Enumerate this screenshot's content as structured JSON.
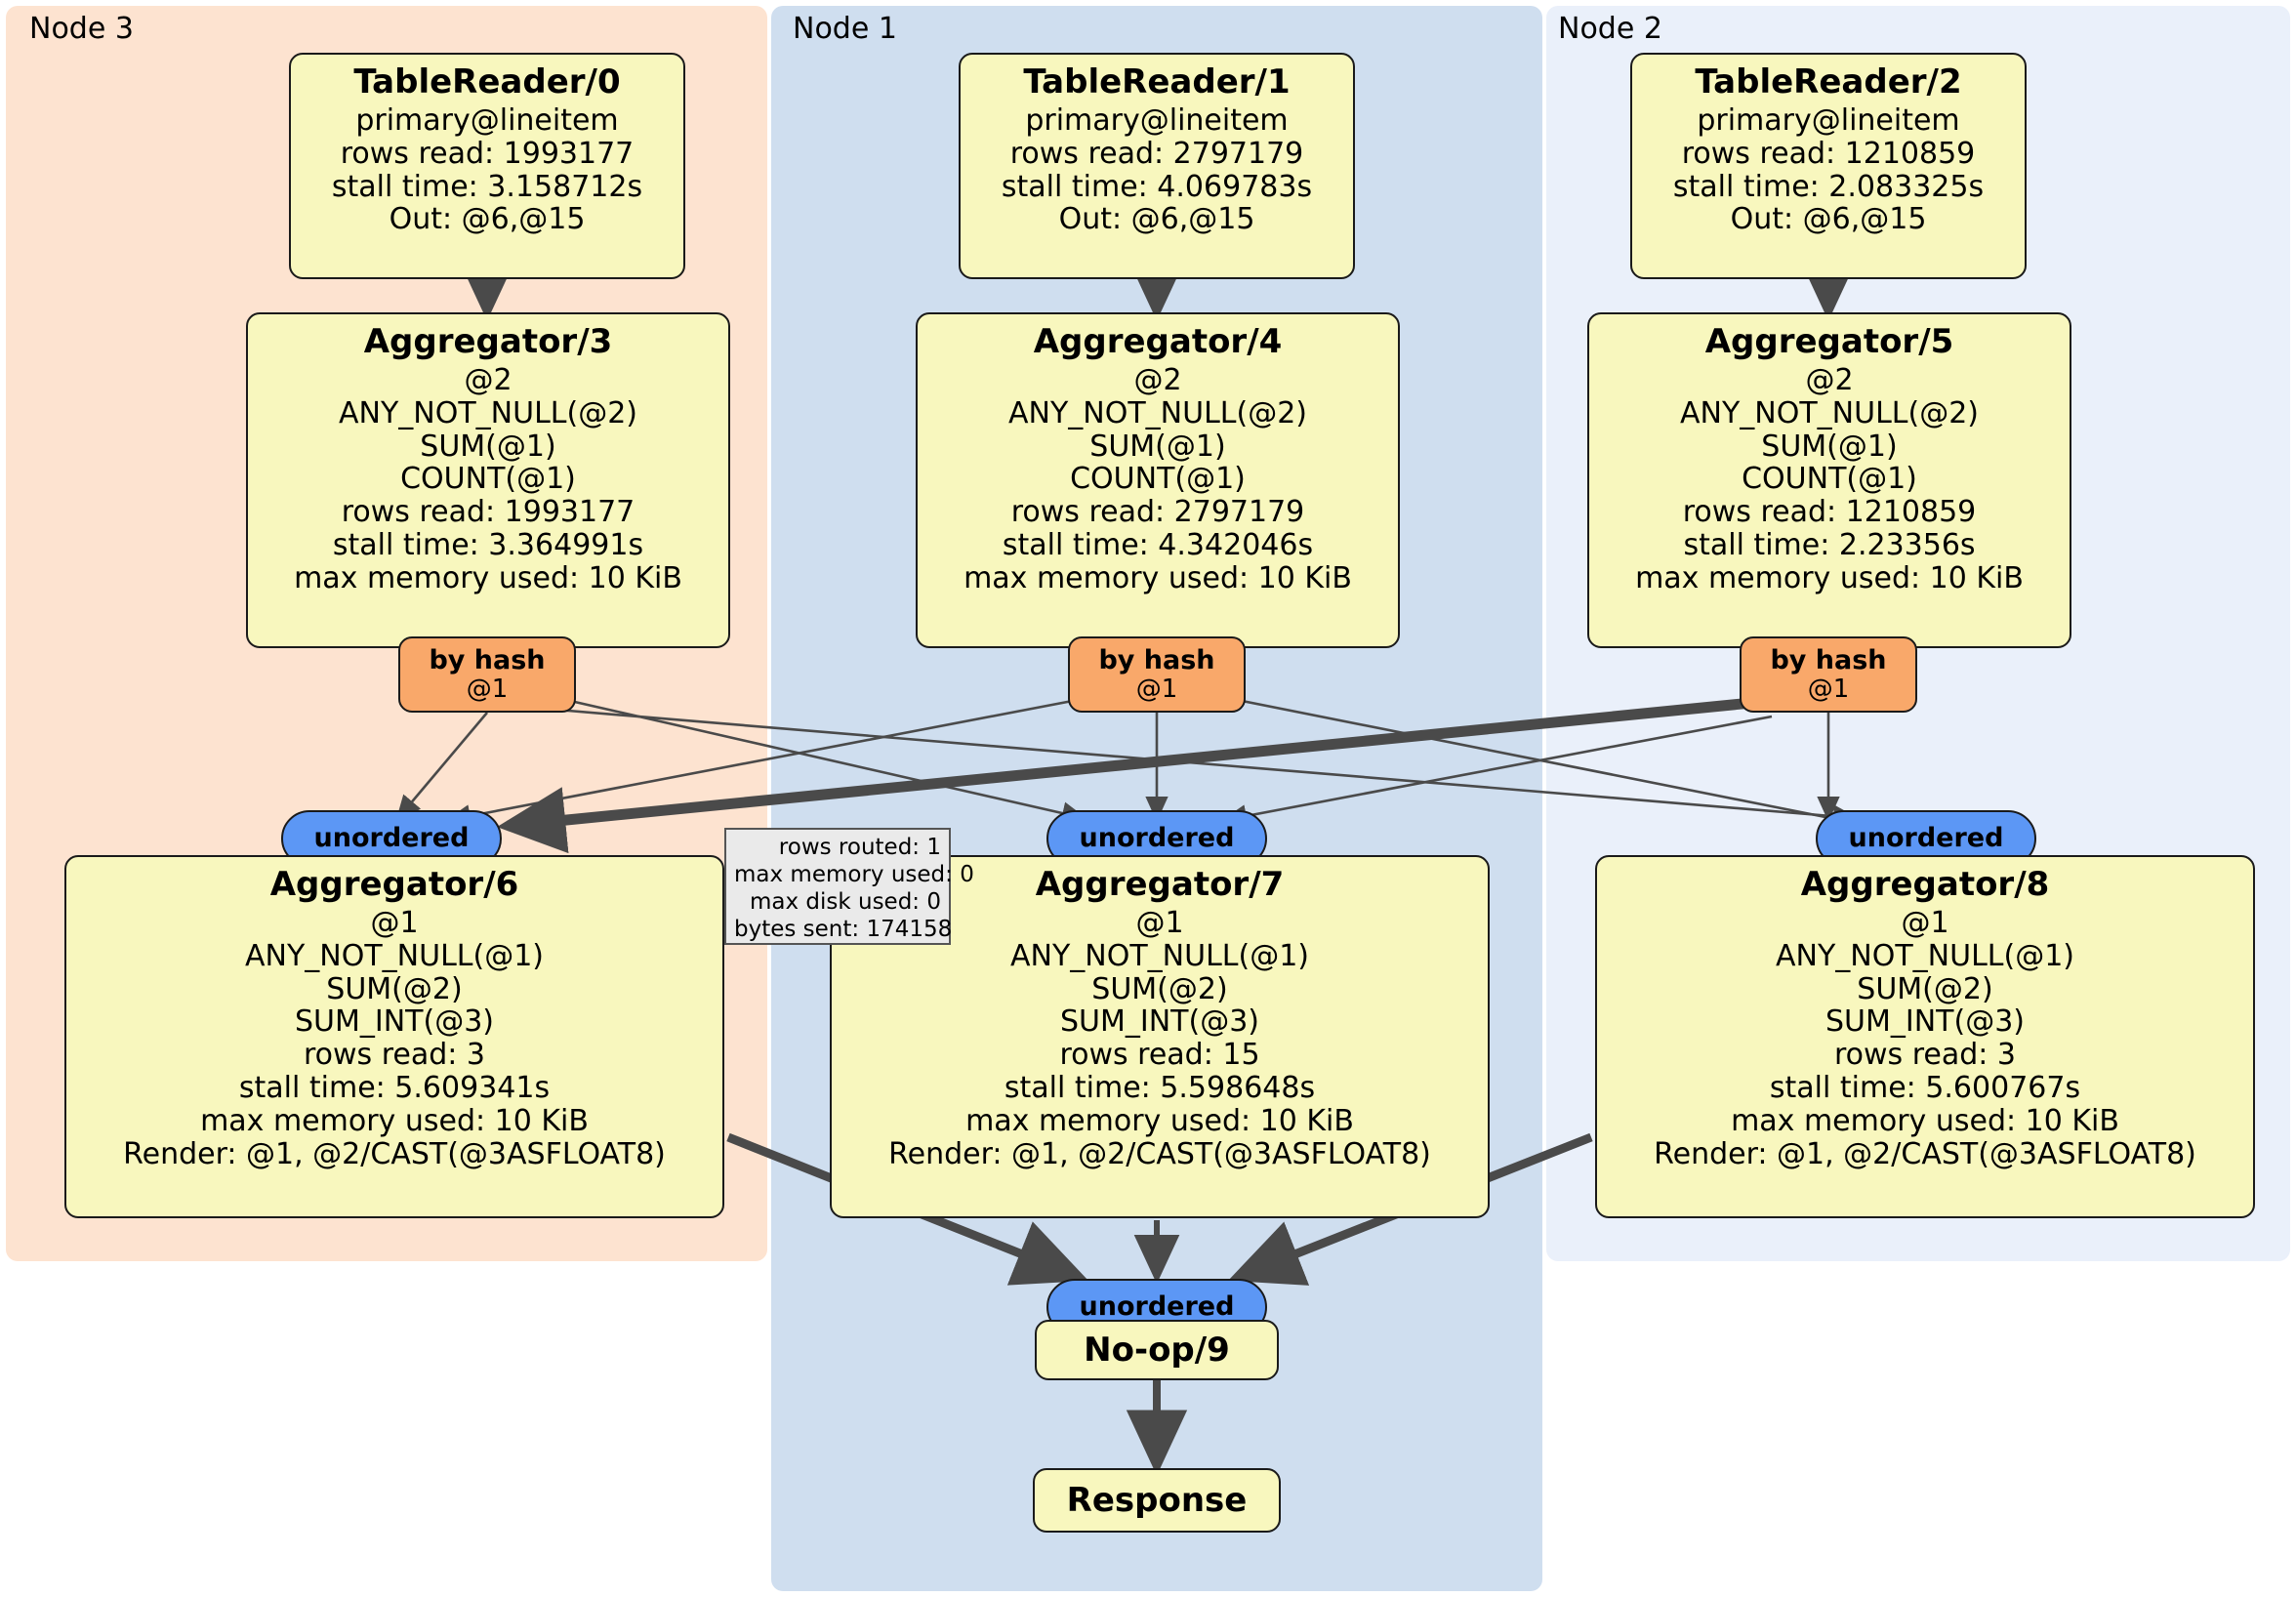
{
  "diagram": {
    "type": "distributed-query-execution-plan",
    "clusters": [
      {
        "id": "node3",
        "label": "Node 3",
        "color": "#FDE3D0"
      },
      {
        "id": "node1",
        "label": "Node 1",
        "color": "#CFDEEF"
      },
      {
        "id": "node2",
        "label": "Node 2",
        "color": "#EAF0FA"
      }
    ],
    "nodes": [
      {
        "id": "tablereader0",
        "title": "TableReader/0",
        "lines": [
          "primary@lineitem",
          "rows read: 1993177",
          "stall time: 3.158712s",
          "Out: @6,@15"
        ]
      },
      {
        "id": "tablereader1",
        "title": "TableReader/1",
        "lines": [
          "primary@lineitem",
          "rows read: 2797179",
          "stall time: 4.069783s",
          "Out: @6,@15"
        ]
      },
      {
        "id": "tablereader2",
        "title": "TableReader/2",
        "lines": [
          "primary@lineitem",
          "rows read: 1210859",
          "stall time: 2.083325s",
          "Out: @6,@15"
        ]
      },
      {
        "id": "aggregator3",
        "title": "Aggregator/3",
        "lines": [
          "@2",
          "ANY_NOT_NULL(@2)",
          "SUM(@1)",
          "COUNT(@1)",
          "rows read: 1993177",
          "stall time: 3.364991s",
          "max memory used: 10 KiB"
        ]
      },
      {
        "id": "aggregator4",
        "title": "Aggregator/4",
        "lines": [
          "@2",
          "ANY_NOT_NULL(@2)",
          "SUM(@1)",
          "COUNT(@1)",
          "rows read: 2797179",
          "stall time: 4.342046s",
          "max memory used: 10 KiB"
        ]
      },
      {
        "id": "aggregator5",
        "title": "Aggregator/5",
        "lines": [
          "@2",
          "ANY_NOT_NULL(@2)",
          "SUM(@1)",
          "COUNT(@1)",
          "rows read: 1210859",
          "stall time: 2.23356s",
          "max memory used: 10 KiB"
        ]
      },
      {
        "id": "aggregator6",
        "title": "Aggregator/6",
        "lines": [
          "@1",
          "ANY_NOT_NULL(@1)",
          "SUM(@2)",
          "SUM_INT(@3)",
          "rows read: 3",
          "stall time: 5.609341s",
          "max memory used: 10 KiB",
          "Render: @1, @2/CAST(@3ASFLOAT8)"
        ]
      },
      {
        "id": "aggregator7",
        "title": "Aggregator/7",
        "lines": [
          "@1",
          "ANY_NOT_NULL(@1)",
          "SUM(@2)",
          "SUM_INT(@3)",
          "rows read: 15",
          "stall time: 5.598648s",
          "max memory used: 10 KiB",
          "Render: @1, @2/CAST(@3ASFLOAT8)"
        ]
      },
      {
        "id": "aggregator8",
        "title": "Aggregator/8",
        "lines": [
          "@1",
          "ANY_NOT_NULL(@1)",
          "SUM(@2)",
          "SUM_INT(@3)",
          "rows read: 3",
          "stall time: 5.600767s",
          "max memory used: 10 KiB",
          "Render: @1, @2/CAST(@3ASFLOAT8)"
        ]
      },
      {
        "id": "noop9",
        "title": "No-op/9",
        "lines": []
      },
      {
        "id": "response",
        "title": "Response",
        "lines": []
      }
    ],
    "routers": [
      {
        "id": "byhash-left",
        "label": "by hash",
        "sublabel": "@1"
      },
      {
        "id": "byhash-middle",
        "label": "by hash",
        "sublabel": "@1"
      },
      {
        "id": "byhash-right",
        "label": "by hash",
        "sublabel": "@1"
      }
    ],
    "receivers": [
      {
        "id": "unordered-left",
        "label": "unordered"
      },
      {
        "id": "unordered-middle",
        "label": "unordered"
      },
      {
        "id": "unordered-right",
        "label": "unordered"
      },
      {
        "id": "unordered-final",
        "label": "unordered"
      }
    ],
    "stats_box": {
      "id": "router-stats",
      "lines": [
        "rows routed: 1",
        "max memory used: 0",
        "max disk used: 0",
        "bytes sent: 174158"
      ]
    },
    "colors": {
      "node_fill": "#F8F7BE",
      "router_fill": "#F9A86A",
      "receiver_fill": "#5C97F5",
      "stats_fill": "#EAEAEA",
      "edge": "#4A4A4A",
      "border": "#1a1a1a"
    }
  }
}
